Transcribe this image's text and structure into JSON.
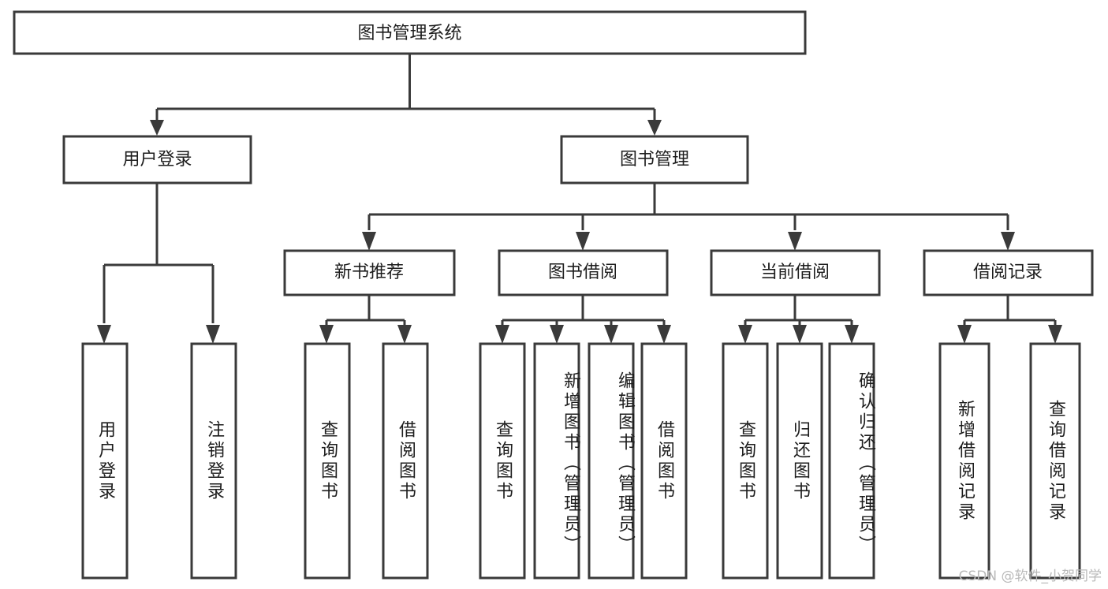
{
  "diagram": {
    "type": "tree",
    "title": "图书管理系统",
    "watermark": "CSDN @软件_小贺同学",
    "colors": {
      "background": "#ffffff",
      "box_fill": "#ffffff",
      "box_stroke": "#3a3a3a",
      "text": "#1d1d1d",
      "watermark": "#b9b9b9"
    },
    "root": {
      "label": "图书管理系统"
    },
    "level2": [
      {
        "label": "用户登录"
      },
      {
        "label": "图书管理"
      }
    ],
    "level3": [
      {
        "label": "新书推荐"
      },
      {
        "label": "图书借阅"
      },
      {
        "label": "当前借阅"
      },
      {
        "label": "借阅记录"
      }
    ],
    "leaves": {
      "user_login": [
        {
          "label": "用户登录"
        },
        {
          "label": "注销登录"
        }
      ],
      "new_book_recommend": [
        {
          "label": "查询图书"
        },
        {
          "label": "借阅图书"
        }
      ],
      "book_borrow": [
        {
          "label": "查询图书"
        },
        {
          "label": "新增图书（管理员）"
        },
        {
          "label": "编辑图书（管理员）"
        },
        {
          "label": "借阅图书"
        }
      ],
      "current_borrow": [
        {
          "label": "查询图书"
        },
        {
          "label": "归还图书"
        },
        {
          "label": "确认归还（管理员）"
        }
      ],
      "borrow_record": [
        {
          "label": "新增借阅记录"
        },
        {
          "label": "查询借阅记录"
        }
      ]
    }
  }
}
